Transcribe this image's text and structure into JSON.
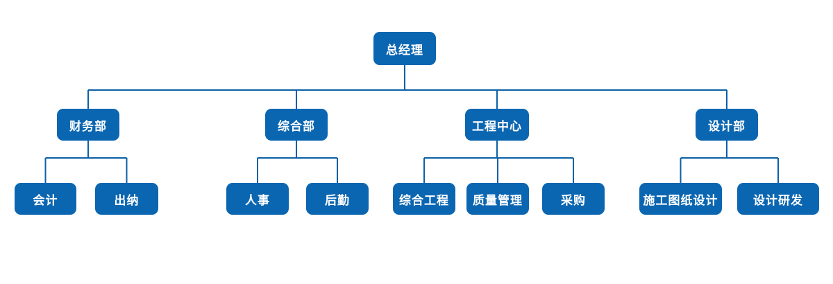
{
  "colors": {
    "page_bg": "#ffffff",
    "node_fill": "#0b66b1",
    "node_text": "#ffffff",
    "connector": "#0a60a8"
  },
  "org_chart": {
    "root": {
      "label": "总经理"
    },
    "departments": [
      {
        "label": "财务部",
        "children": [
          {
            "label": "会计"
          },
          {
            "label": "出纳"
          }
        ]
      },
      {
        "label": "综合部",
        "children": [
          {
            "label": "人事"
          },
          {
            "label": "后勤"
          }
        ]
      },
      {
        "label": "工程中心",
        "children": [
          {
            "label": "综合工程"
          },
          {
            "label": "质量管理"
          },
          {
            "label": "采购"
          }
        ]
      },
      {
        "label": "设计部",
        "children": [
          {
            "label": "施工图纸设计"
          },
          {
            "label": "设计研发"
          }
        ]
      }
    ]
  }
}
